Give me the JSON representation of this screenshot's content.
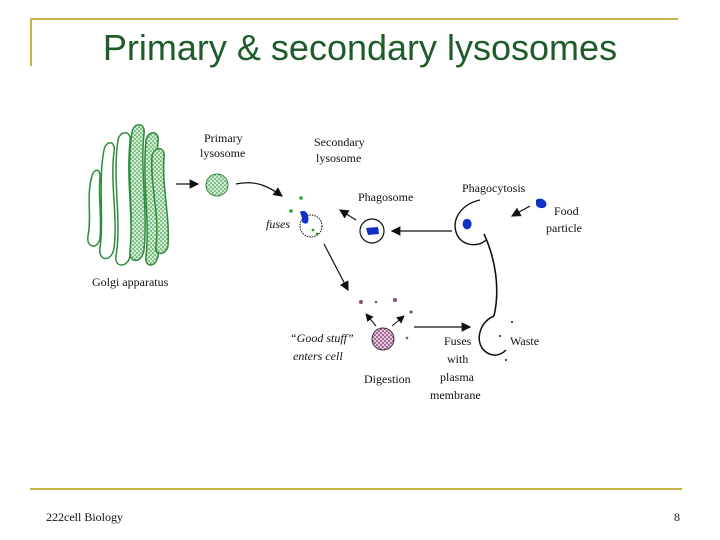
{
  "slide": {
    "title": "Primary & secondary lysosomes",
    "footer_left": "222cell Biology",
    "page_number": "8"
  },
  "diagram": {
    "labels": {
      "primary_lysosome_1": "Primary",
      "primary_lysosome_2": "lysosome",
      "secondary_lysosome_1": "Secondary",
      "secondary_lysosome_2": "lysosome",
      "fuses": "fuses",
      "phagosome": "Phagosome",
      "phagocytosis": "Phagocytosis",
      "food_particle_1": "Food",
      "food_particle_2": "particle",
      "golgi": "Golgi apparatus",
      "good_stuff_1": "“Good stuff”",
      "good_stuff_2": "enters cell",
      "digestion": "Digestion",
      "fuses_membrane_1": "Fuses",
      "fuses_membrane_2": "with",
      "fuses_membrane_3": "plasma",
      "fuses_membrane_4": "membrane",
      "waste": "Waste"
    },
    "colors": {
      "golgi_outline": "#2e8b3e",
      "golgi_fill": "#8fd08f",
      "lysosome_fill": "#9ed39e",
      "particle_blue": "#1030c8",
      "green_dot": "#22a032",
      "digest_fill": "#b07aa0",
      "stuff_dot": "#8a4a7a"
    }
  }
}
